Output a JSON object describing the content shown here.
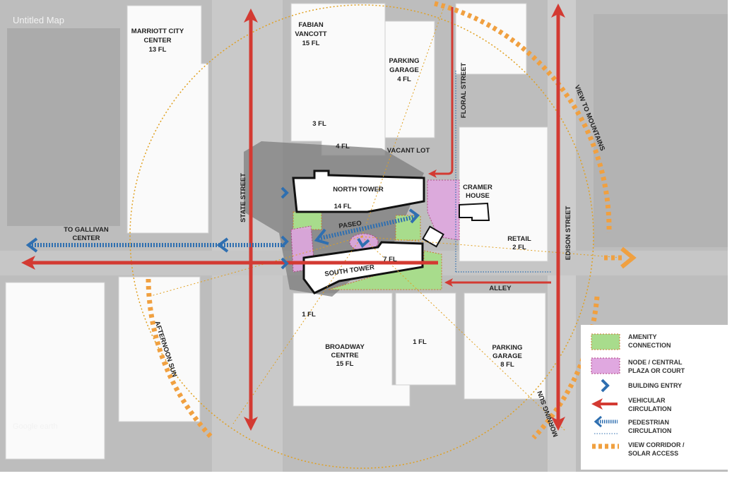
{
  "map_title": "Untitled Map",
  "watermark": "Google earth",
  "colors": {
    "vehicular": "#d33a32",
    "pedestrian": "#2f6fb0",
    "view_corridor": "#f0a040",
    "amenity": "#a8dc8c",
    "node": "#e0a8e0",
    "entry": "#2f6fb0"
  },
  "labels": {
    "marriott": [
      "MARRIOTT CITY",
      "CENTER",
      "13 FL"
    ],
    "fabian": [
      "FABIAN",
      "VANCOTT",
      "15 FL"
    ],
    "parking_north": [
      "PARKING",
      "GARAGE",
      "4 FL"
    ],
    "floral_street": "FLORAL STREET",
    "view_mountains": "VIEW TO MOUNTAINS",
    "three_fl": "3 FL",
    "four_fl": "4 FL",
    "vacant_lot": "VACANT LOT",
    "north_tower": "NORTH TOWER",
    "north_tower_fl": "14 FL",
    "cramer": [
      "CRAMER",
      "HOUSE"
    ],
    "paseo": "PASEO",
    "south_tower": "SOUTH TOWER",
    "south_tower_fl": "7 FL",
    "retail": [
      "RETAIL",
      "2 FL"
    ],
    "state_street": "STATE STREET",
    "edison_street": "EDISON STREET",
    "gallivan": [
      "TO GALLIVAN",
      "CENTER"
    ],
    "alley": "ALLEY",
    "one_fl_a": "1 FL",
    "one_fl_b": "1 FL",
    "broadway": [
      "BROADWAY",
      "CENTRE",
      "15 FL"
    ],
    "parking_south": [
      "PARKING",
      "GARAGE",
      "8 FL"
    ],
    "afternoon_sun": "AFTERNOON SUN",
    "morning_sun": "MORNING SUN"
  },
  "legend": [
    {
      "icon": "amenity-swatch",
      "lines": [
        "AMENITY",
        "CONNECTION"
      ]
    },
    {
      "icon": "node-swatch",
      "lines": [
        "NODE / CENTRAL",
        "PLAZA OR COURT"
      ]
    },
    {
      "icon": "building-entry-chevron",
      "lines": [
        "BUILDING ENTRY"
      ]
    },
    {
      "icon": "vehicular-arrow",
      "lines": [
        "VEHICULAR",
        "CIRCULATION"
      ]
    },
    {
      "icon": "pedestrian-arrow",
      "lines": [
        "PEDESTRIAN",
        "CIRCULATION"
      ]
    },
    {
      "icon": "view-corridor-dashes",
      "lines": [
        "VIEW CORRIDOR /",
        "SOLAR ACCESS"
      ]
    }
  ]
}
